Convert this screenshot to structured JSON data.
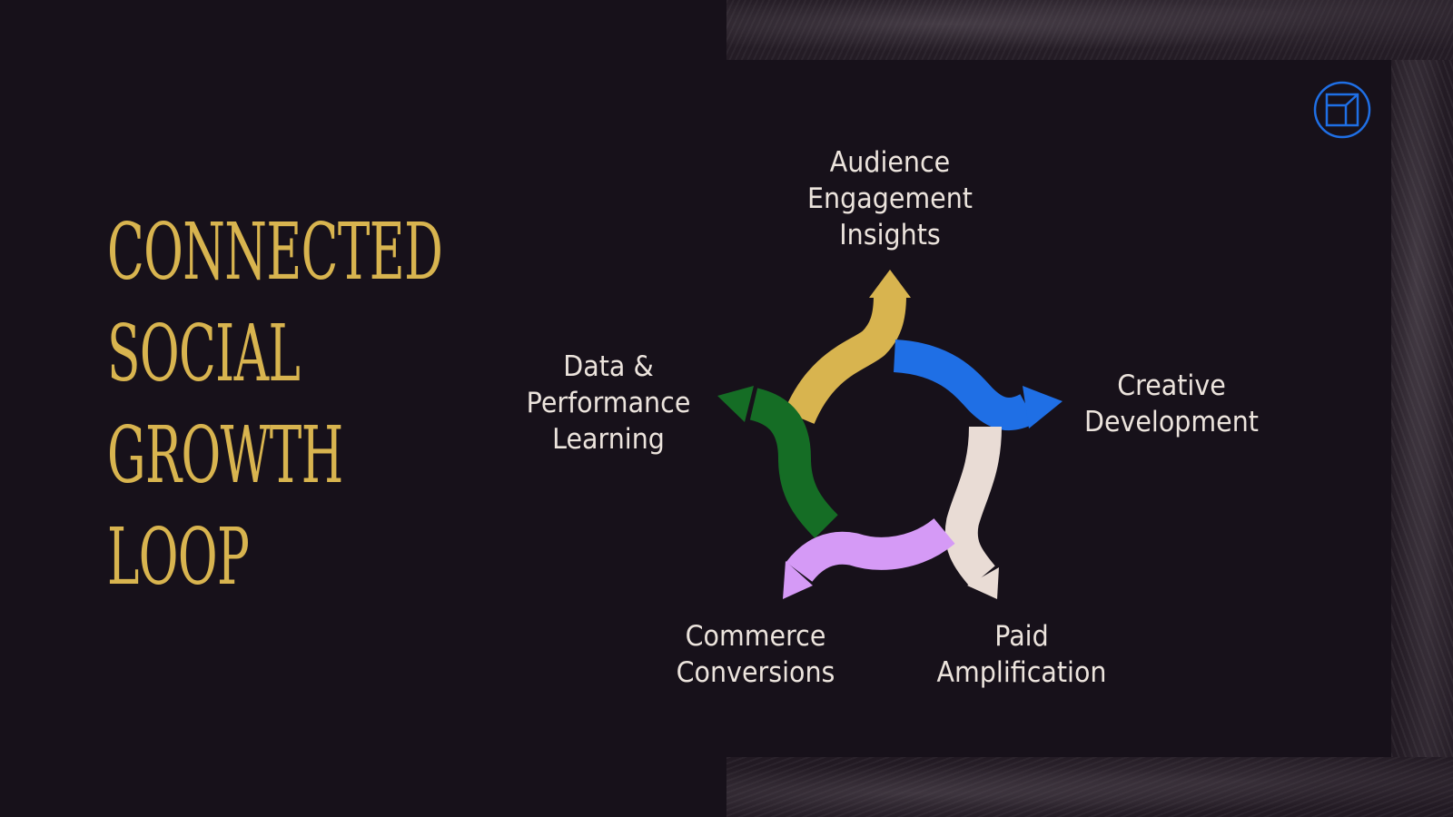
{
  "title_lines": [
    "CONNECTED",
    "SOCIAL",
    "GROWTH",
    "LOOP"
  ],
  "logo_icon": "square-grid-logo-icon",
  "colors": {
    "background": "#17111a",
    "title": "#d8b44f",
    "label_text": "#ece4dd",
    "logo": "#1f6fe5",
    "arrow_audience": "#d8b44f",
    "arrow_creative": "#1f6fe5",
    "arrow_paid": "#e9dcd5",
    "arrow_commerce": "#d59af6",
    "arrow_data": "#156d25"
  },
  "stages": [
    {
      "lines": [
        "Audience",
        "Engagement",
        "Insights"
      ]
    },
    {
      "lines": [
        "Creative",
        "Development"
      ]
    },
    {
      "lines": [
        "Paid",
        "Amplification"
      ]
    },
    {
      "lines": [
        "Commerce",
        "Conversions"
      ]
    },
    {
      "lines": [
        "Data &",
        "Performance",
        "Learning"
      ]
    }
  ]
}
